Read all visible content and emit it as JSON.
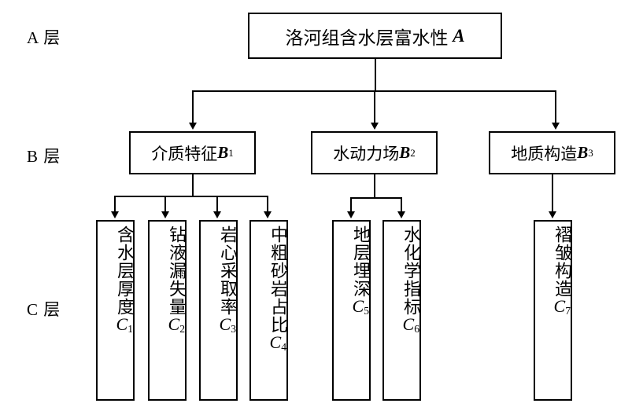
{
  "diagram": {
    "type": "hierarchy-tree",
    "orientation": "top-down",
    "layer_labels": [
      {
        "id": "A",
        "text": "A 层"
      },
      {
        "id": "B",
        "text": "B 层"
      },
      {
        "id": "C",
        "text": "C 层"
      }
    ],
    "levels": {
      "A": [
        {
          "code": "A",
          "label": "洛河组含水层富水性",
          "symbol": "A"
        }
      ],
      "B": [
        {
          "code": "B1",
          "label": "介质特征",
          "symbol": "B",
          "index": "1"
        },
        {
          "code": "B2",
          "label": "水动力场",
          "symbol": "B",
          "index": "2"
        },
        {
          "code": "B3",
          "label": "地质构造",
          "symbol": "B",
          "index": "3"
        }
      ],
      "C": [
        {
          "code": "C1",
          "label": "含水层厚度",
          "symbol": "C",
          "index": "1",
          "parent": "B1"
        },
        {
          "code": "C2",
          "label": "钻液漏失量",
          "symbol": "C",
          "index": "2",
          "parent": "B1"
        },
        {
          "code": "C3",
          "label": "岩心采取率",
          "symbol": "C",
          "index": "3",
          "parent": "B1"
        },
        {
          "code": "C4",
          "label": "中粗砂岩占比",
          "symbol": "C",
          "index": "4",
          "parent": "B1"
        },
        {
          "code": "C5",
          "label": "地层埋深",
          "symbol": "C",
          "index": "5",
          "parent": "B2"
        },
        {
          "code": "C6",
          "label": "水化学指标",
          "symbol": "C",
          "index": "6",
          "parent": "B2"
        },
        {
          "code": "C7",
          "label": "褶皱构造",
          "symbol": "C",
          "index": "7",
          "parent": "B3"
        }
      ]
    },
    "colors": {
      "stroke": "#000000",
      "fill": "#ffffff",
      "text": "#000000"
    }
  }
}
